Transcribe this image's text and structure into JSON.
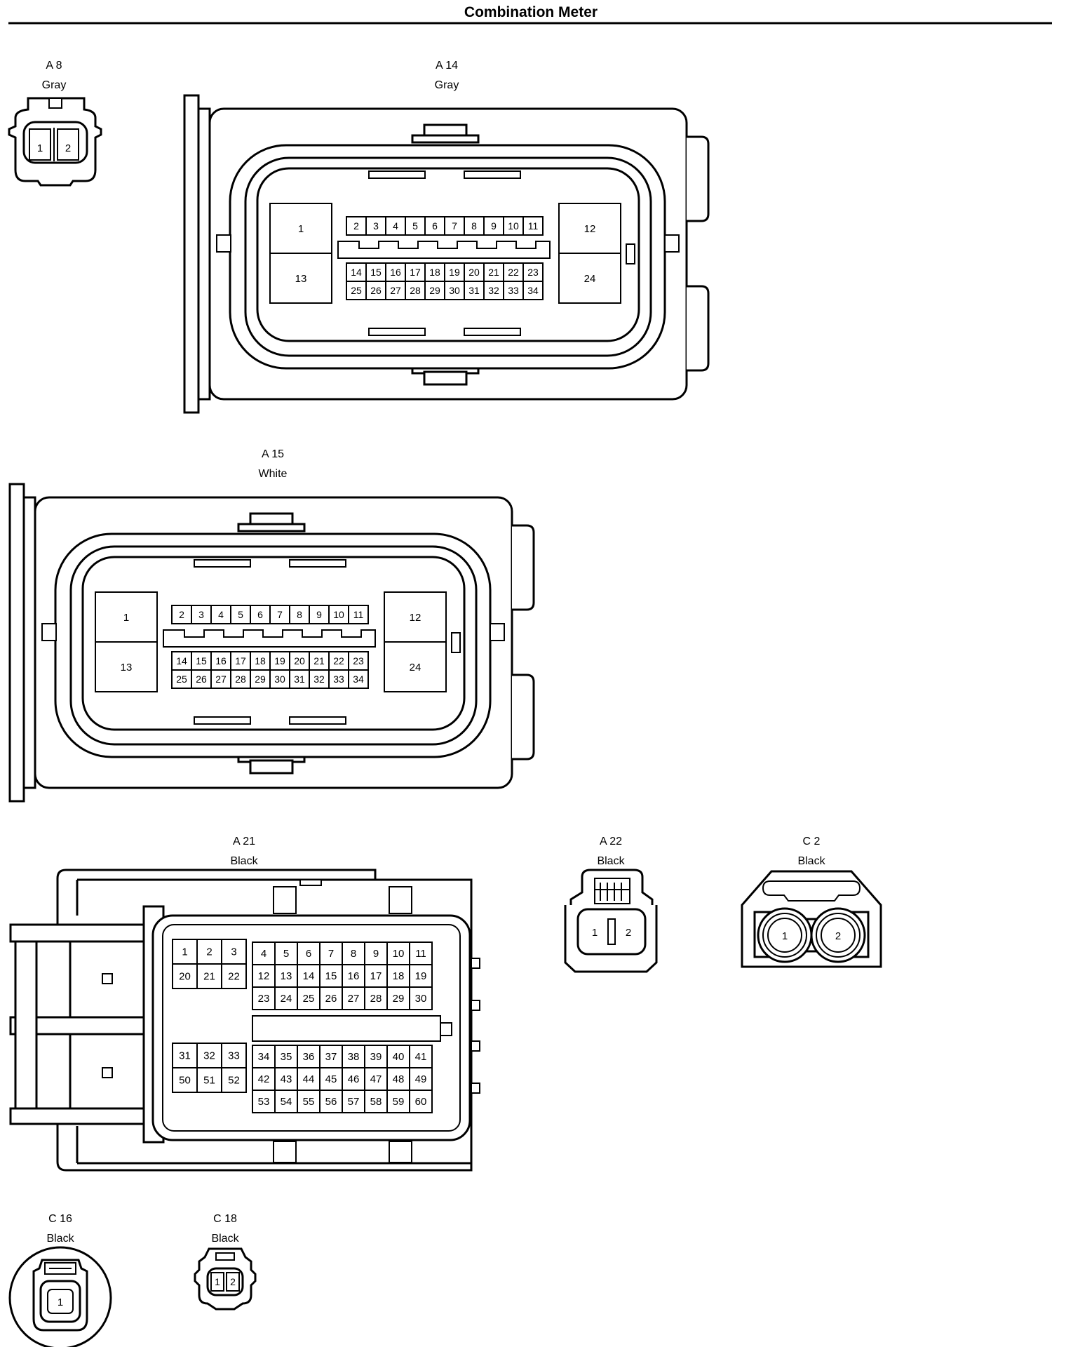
{
  "title": "Combination Meter",
  "connectors": {
    "a8": {
      "id": "A 8",
      "color": "Gray",
      "pins": [
        "1",
        "2"
      ]
    },
    "a14": {
      "id": "A 14",
      "color": "Gray"
    },
    "a15": {
      "id": "A 15",
      "color": "White"
    },
    "a21": {
      "id": "A 21",
      "color": "Black"
    },
    "a22": {
      "id": "A 22",
      "color": "Black",
      "pins": [
        "1",
        "2"
      ]
    },
    "c2": {
      "id": "C 2",
      "color": "Black",
      "pins": [
        "1",
        "2"
      ]
    },
    "c16": {
      "id": "C 16",
      "color": "Black",
      "pins": [
        "1"
      ]
    },
    "c18": {
      "id": "C 18",
      "color": "Black",
      "pins": [
        "1",
        "2"
      ]
    }
  }
}
